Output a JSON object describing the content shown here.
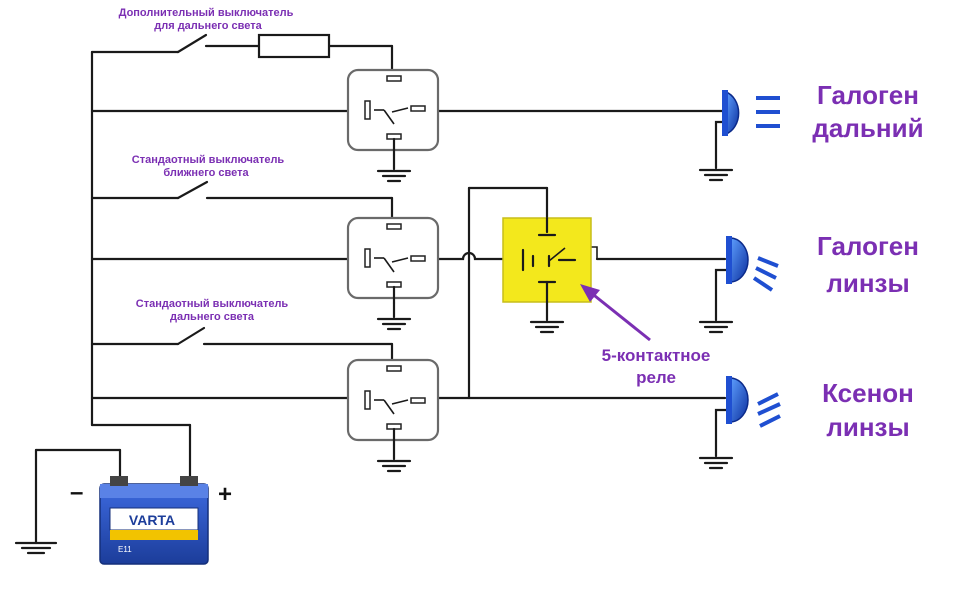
{
  "switches": {
    "extra_high_line1": "Дополнительный выключатель",
    "extra_high_line2": "для дальнего света",
    "std_low_line1": "Стандаотный выключатель",
    "std_low_line2": "ближнего света",
    "std_high_line1": "Стандаотный выключатель",
    "std_high_line2": "дальнего света"
  },
  "lamps": {
    "halogen_high_line1": "Галоген",
    "halogen_high_line2": "дальний",
    "halogen_lens_line1": "Галоген",
    "halogen_lens_line2": "линзы",
    "xenon_lens_line1": "Ксенон",
    "xenon_lens_line2": "линзы"
  },
  "relay5": {
    "label_line1": "5-контактное",
    "label_line2": "реле",
    "fill_color": "#f3e81c",
    "arrow_color": "#7b2fb3"
  },
  "battery": {
    "brand": "VARTA",
    "model": "E11",
    "minus": "–",
    "plus": "+",
    "case_color": "#2a55c8"
  },
  "colors": {
    "label_purple": "#7b2fb3",
    "lamp_blue": "#1f4fd1"
  }
}
